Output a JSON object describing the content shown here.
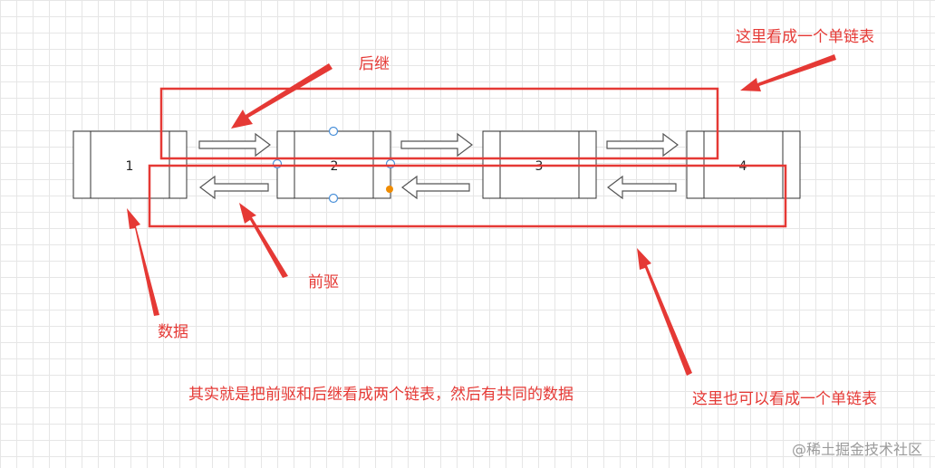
{
  "nodes": [
    {
      "label": "1"
    },
    {
      "label": "2"
    },
    {
      "label": "3"
    },
    {
      "label": "4"
    }
  ],
  "annotations": {
    "successor": "后继",
    "predecessor": "前驱",
    "data": "数据",
    "top_singly_list": "这里看成一个单链表",
    "bottom_singly_list": "这里也可以看成一个单链表",
    "explanation": "其实就是把前驱和后继看成两个链表，然后有共同的数据"
  },
  "watermark": "@稀土掘金技术社区",
  "colors": {
    "annotation": "#e53935",
    "node_stroke": "#333333",
    "handle": "#4a90d9",
    "handle_active": "#f08c00"
  }
}
